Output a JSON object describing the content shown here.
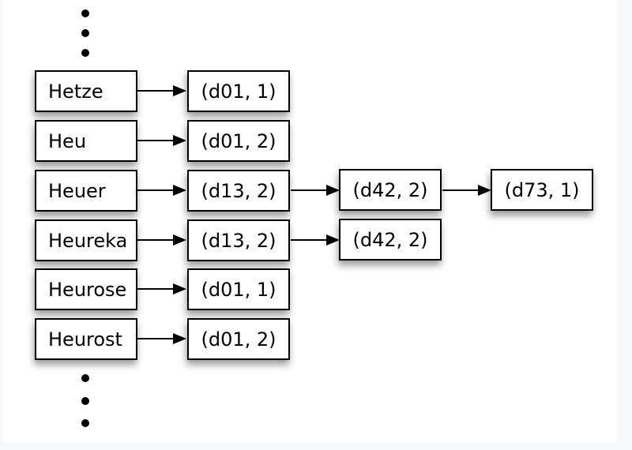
{
  "figure": {
    "type": "inverted-index-diagram",
    "rows": [
      {
        "term": "Hetze",
        "postings": [
          "(d01, 1)"
        ]
      },
      {
        "term": "Heu",
        "postings": [
          "(d01, 2)"
        ]
      },
      {
        "term": "Heuer",
        "postings": [
          "(d13, 2)",
          "(d42, 2)",
          "(d73, 1)"
        ]
      },
      {
        "term": "Heureka",
        "postings": [
          "(d13, 2)",
          "(d42, 2)"
        ]
      },
      {
        "term": "Heurose",
        "postings": [
          "(d01, 1)"
        ]
      },
      {
        "term": "Heurost",
        "postings": [
          "(d01, 2)"
        ]
      }
    ],
    "continuation": {
      "top_icon": "vertical-ellipsis-dots",
      "bottom_icon": "vertical-ellipsis-dots"
    },
    "colors": {
      "canvas_background": "#ffffff",
      "page_margin": "#f7f8f9",
      "box_fill": "#ffffff",
      "box_border": "#000000",
      "text": "#000000",
      "arrow": "#000000"
    }
  }
}
